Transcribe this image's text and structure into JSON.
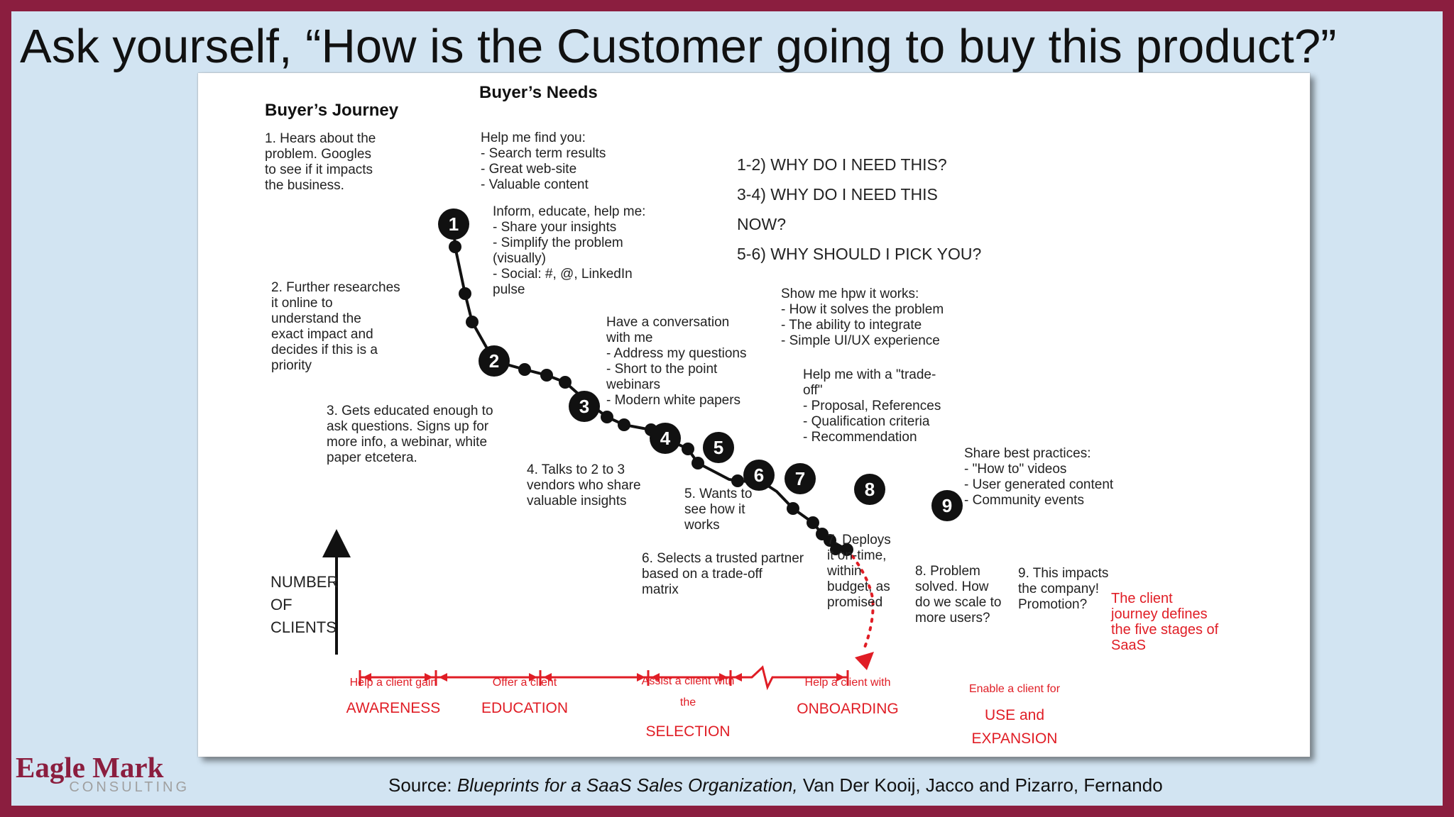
{
  "title": "Ask yourself, “How is the Customer going to buy this product?”",
  "colors": {
    "frame": "#8b1e3f",
    "slide_bg": "#d2e4f2",
    "accent_red": "#e01d25"
  },
  "headers": {
    "journey": "Buyer’s Journey",
    "needs": "Buyer’s Needs"
  },
  "journey_steps": [
    "1. Hears about the\nproblem. Googles\nto see if it impacts\nthe business.",
    "2. Further researches\nit online to\nunderstand the\nexact impact and\ndecides if this is a\npriority",
    "3. Gets educated enough to\nask questions. Signs up for\nmore info, a webinar, white\npaper etcetera.",
    "4. Talks to 2 to 3\nvendors who share\nvaluable insights",
    "5. Wants to\nsee how it\nworks",
    "6. Selects a trusted partner\nbased on a trade-off\nmatrix",
    "7. Deploys\nit on-time,\nwithin\nbudget, as\npromised",
    "8. Problem\nsolved. How\ndo we scale to\nmore users?",
    "9. This impacts\nthe company!\nPromotion?"
  ],
  "needs": [
    "Help me find you:\n- Search term results\n- Great web-site\n- Valuable content",
    "Inform, educate, help me:\n- Share your insights\n- Simplify the problem\n(visually)\n- Social: #, @, LinkedIn\npulse",
    "Have a conversation\nwith me\n- Address my questions\n- Short to the point\nwebinars\n- Modern white papers",
    "Show me hpw it works:\n- How it solves the problem\n- The ability to integrate\n- Simple UI/UX experience",
    "Help me with a \"trade-\noff\"\n- Proposal, References\n- Qualification criteria\n- Recommendation",
    "Share best practices:\n- \"How to\" videos\n- User generated content\n- Community events"
  ],
  "questions": [
    "1-2) WHY DO I NEED THIS?",
    "3-4) WHY DO I NEED THIS\nNOW?",
    "5-6) WHY SHOULD I PICK YOU?"
  ],
  "milestones": [
    "1",
    "2",
    "3",
    "4",
    "5",
    "6",
    "7",
    "8",
    "9"
  ],
  "y_axis_label": "NUMBER\nOF\nCLIENTS",
  "end_note": "The client\njourney defines\nthe five stages of\nSaaS",
  "stages": [
    {
      "small": "Help a client gain",
      "big": "AWARENESS"
    },
    {
      "small": "Offer a client",
      "big": "EDUCATION"
    },
    {
      "small": "Assist a client with\nthe",
      "big": "SELECTION"
    },
    {
      "small": "Help a client with",
      "big": "ONBOARDING"
    },
    {
      "small": "Enable a client for",
      "big": "USE and\nEXPANSION"
    }
  ],
  "logo": {
    "main": "Eagle Mark",
    "sub": "CONSULTING"
  },
  "source": {
    "prefix": "Source: ",
    "book": "Blueprints for a SaaS Sales Organization,",
    "authors": " Van Der Kooij, Jacco and Pizarro, Fernando"
  }
}
